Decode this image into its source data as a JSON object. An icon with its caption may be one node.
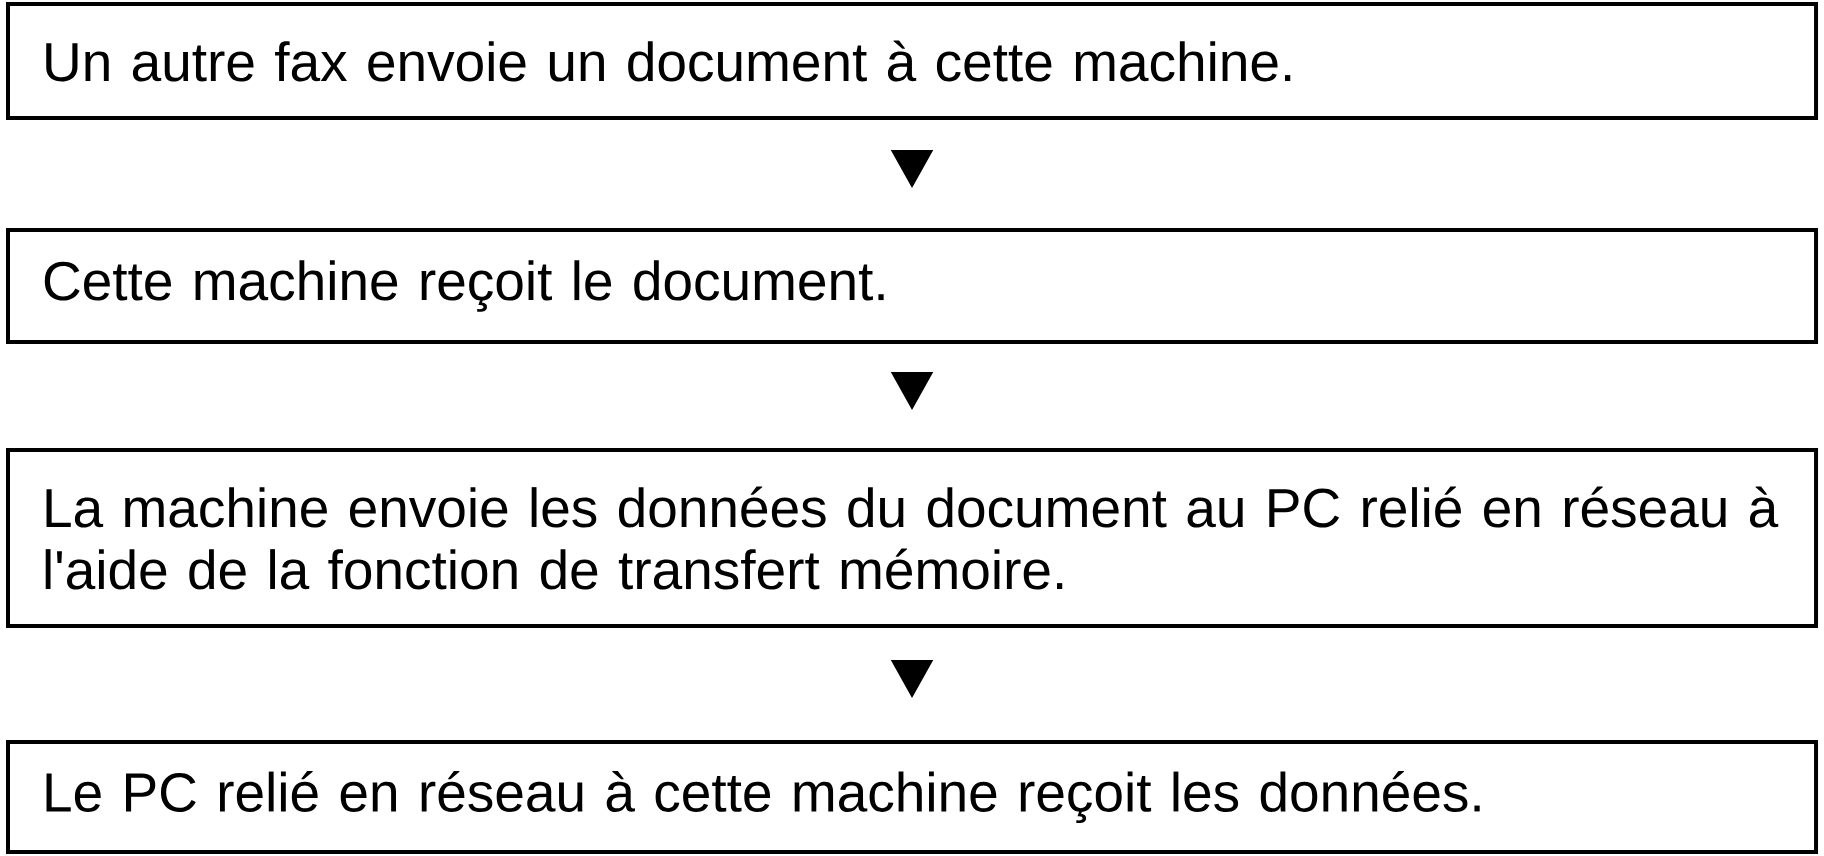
{
  "diagram": {
    "nodes": [
      {
        "text": [
          "Un autre fax envoie un document à cette machine."
        ]
      },
      {
        "text": [
          "Cette machine reçoit le document."
        ]
      },
      {
        "text": [
          "La machine envoie les données du document au PC relié en réseau à l'aide de la fonction de transfert mémoire."
        ]
      },
      {
        "text": [
          "Le PC relié en réseau à cette machine reçoit les données."
        ]
      }
    ],
    "edges": [
      {
        "from": 0,
        "to": 1,
        "arrow": "to"
      },
      {
        "from": 1,
        "to": 2,
        "arrow": "to"
      },
      {
        "from": 2,
        "to": 3,
        "arrow": "to"
      }
    ]
  }
}
